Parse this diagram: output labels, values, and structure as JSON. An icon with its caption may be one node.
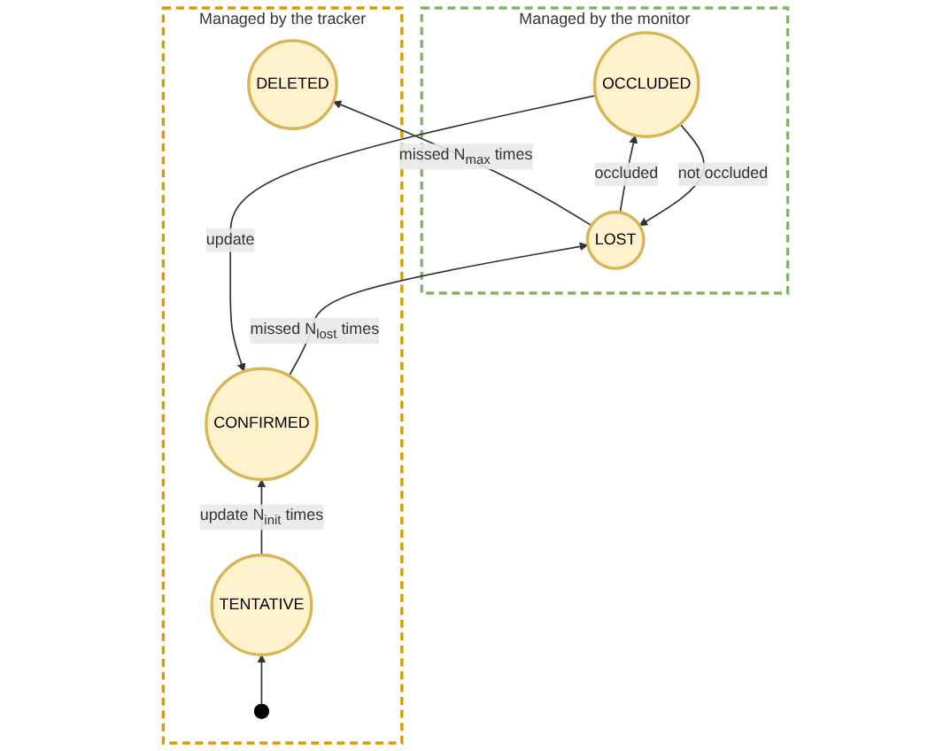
{
  "diagram": {
    "nodes": [
      {
        "text": [
          "Managed by the tracker"
        ]
      },
      {
        "text": [
          "CONFIRMED"
        ],
        "in": 0
      },
      {
        "text": [
          "TENTATIVE"
        ],
        "in": 0
      },
      {
        "text": [
          "DELETED"
        ],
        "in": 0
      },
      {
        "text": [],
        "shape": "circle",
        "in": 0
      },
      {
        "text": [
          "Managed by the monitor"
        ]
      },
      {
        "text": [
          "OCCLUDED"
        ],
        "in": 5
      },
      {
        "text": [
          "LOST"
        ],
        "in": 5
      }
    ],
    "edges": [
      {
        "from": 6,
        "to": 1,
        "arrow": "to",
        "label": "update"
      },
      {
        "from": 1,
        "to": 7,
        "arrow": "to",
        "label": "missed N$_{lost}$ times"
      },
      {
        "from": 6,
        "to": 7,
        "arrow": "to",
        "label": "not occluded"
      },
      {
        "from": 7,
        "to": 6,
        "arrow": "to",
        "label": "occluded"
      },
      {
        "from": 2,
        "to": 1,
        "arrow": "to",
        "label": "update N$_{init}$ times"
      },
      {
        "from": 4,
        "to": 2,
        "arrow": "to"
      },
      {
        "from": 7,
        "to": 3,
        "arrow": "to",
        "label": "missed N$_{max}$ times"
      }
    ]
  }
}
